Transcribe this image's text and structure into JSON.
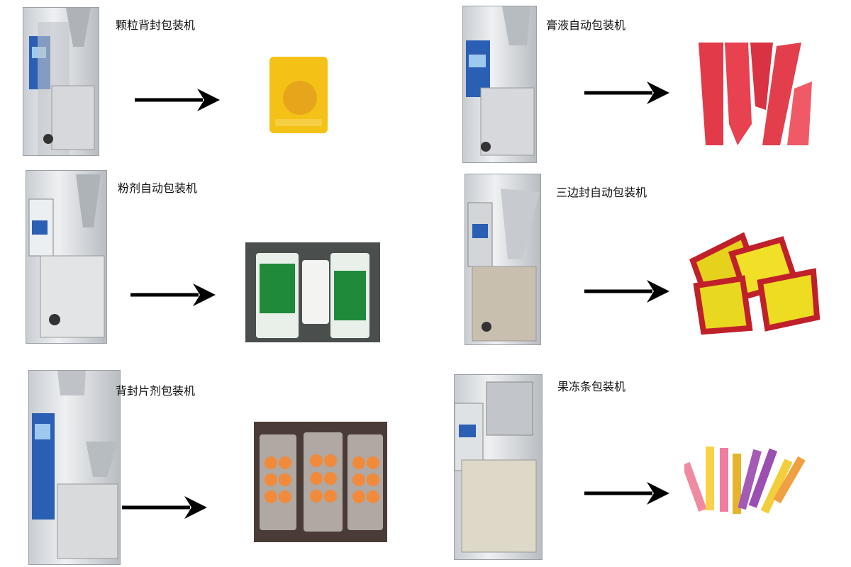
{
  "items": [
    {
      "label": "颗粒背封包装机",
      "machine_icon": "vertical-packing-machine-icon",
      "product_icon": "granule-bag-icon"
    },
    {
      "label": "膏液自动包装机",
      "machine_icon": "vertical-packing-machine-icon",
      "product_icon": "liquid-sachet-icon"
    },
    {
      "label": "粉剂自动包装机",
      "machine_icon": "vertical-packing-machine-icon",
      "product_icon": "powder-bag-icon"
    },
    {
      "label": "三边封自动包装机",
      "machine_icon": "vertical-packing-machine-icon",
      "product_icon": "three-side-seal-sachet-icon"
    },
    {
      "label": "背封片剂包装机",
      "machine_icon": "vertical-packing-machine-icon",
      "product_icon": "tablet-blister-icon"
    },
    {
      "label": "果冻条包装机",
      "machine_icon": "vertical-packing-machine-icon",
      "product_icon": "jelly-stick-icon"
    }
  ],
  "colors": {
    "arrow": "#000000",
    "panel_blue": "#2b5fb3"
  }
}
